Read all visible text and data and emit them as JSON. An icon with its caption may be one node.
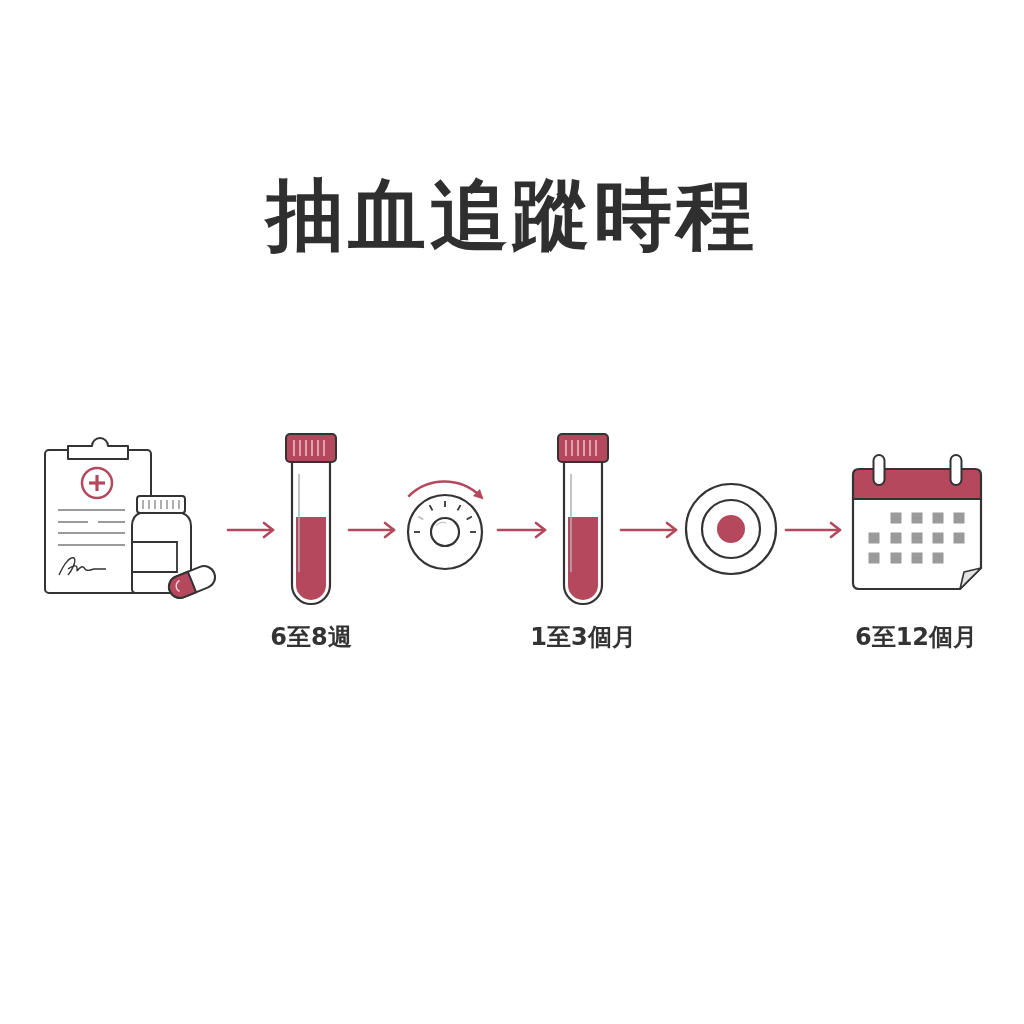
{
  "diagram": {
    "title": "抽血追蹤時程",
    "nodes": [
      {
        "text": [],
        "shape": "picture"
      },
      {
        "text": [],
        "shape": "picture",
        "beside": [
          "6至8週"
        ]
      },
      {
        "text": [],
        "shape": "picture"
      },
      {
        "text": [],
        "shape": "picture",
        "beside": [
          "1至3個月"
        ]
      },
      {
        "text": [],
        "shape": "picture"
      },
      {
        "text": [],
        "shape": "picture",
        "beside": [
          "6至12個月"
        ]
      }
    ],
    "edges": [
      {
        "from": 0,
        "to": 1,
        "arrow": "to"
      },
      {
        "from": 1,
        "to": 2,
        "arrow": "to"
      },
      {
        "from": 2,
        "to": 3,
        "arrow": "to"
      },
      {
        "from": 3,
        "to": 4,
        "arrow": "to"
      },
      {
        "from": 4,
        "to": 5,
        "arrow": "to"
      }
    ]
  }
}
